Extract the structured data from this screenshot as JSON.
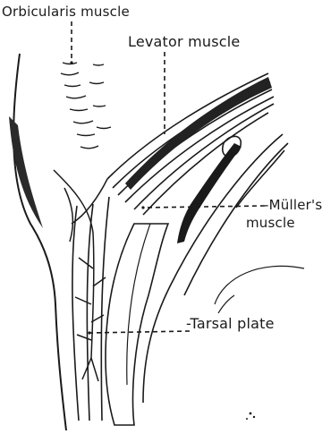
{
  "labels": {
    "orbicularis": "Orbicularis muscle",
    "levator": "Levator muscle",
    "muller_line1": "-Müller's",
    "muller_line2": "muscle",
    "tarsal": "-Tarsal plate"
  },
  "colors": {
    "ink": "#1a1a1a",
    "paper": "#ffffff"
  }
}
